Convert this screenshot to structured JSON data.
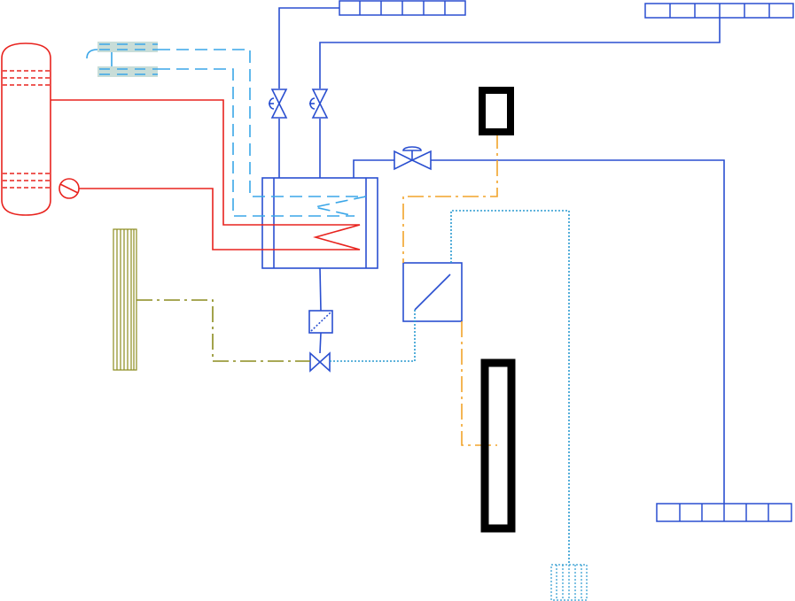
{
  "diagram": {
    "kind": "piping-and-instrumentation schematic",
    "text_labels": [],
    "colors": {
      "process_blue": "#2a4fd0",
      "hot_red": "#e8231e",
      "cooling_dash": "#3aa6e8",
      "cooling_fill": "#c8ddd8",
      "signal_orange": "#f2a32a",
      "signal_olive": "#8c8c1e",
      "dotted_cyan": "#2a9ad0",
      "solid_black": "#000000"
    },
    "components": [
      {
        "id": "vessel",
        "icon": "vertical-vessel-icon"
      },
      {
        "id": "pump",
        "icon": "pump-icon"
      },
      {
        "id": "heat-exchanger",
        "icon": "shell-and-tube-exchanger-icon"
      },
      {
        "id": "valve-left",
        "icon": "gate-valve-icon"
      },
      {
        "id": "valve-right",
        "icon": "gate-valve-icon"
      },
      {
        "id": "control-valve",
        "icon": "control-valve-icon"
      },
      {
        "id": "bottom-valve",
        "icon": "gate-valve-icon"
      },
      {
        "id": "filter",
        "icon": "filter-icon"
      },
      {
        "id": "analyzer",
        "icon": "analyzer-box-icon"
      },
      {
        "id": "finned-cooler",
        "icon": "finned-cooler-icon"
      },
      {
        "id": "small-indicator",
        "icon": "indicator-bar-icon"
      },
      {
        "id": "tall-indicator",
        "icon": "indicator-bar-icon"
      },
      {
        "id": "cooling-coil",
        "icon": "cooling-coil-icon"
      },
      {
        "id": "drain-grate",
        "icon": "drain-grate-icon"
      },
      {
        "id": "nozzle-strip-top",
        "icon": "nozzle-strip-icon"
      },
      {
        "id": "nozzle-strip-top-right",
        "icon": "nozzle-strip-icon"
      },
      {
        "id": "nozzle-strip-bottom-right",
        "icon": "nozzle-strip-icon"
      }
    ]
  }
}
